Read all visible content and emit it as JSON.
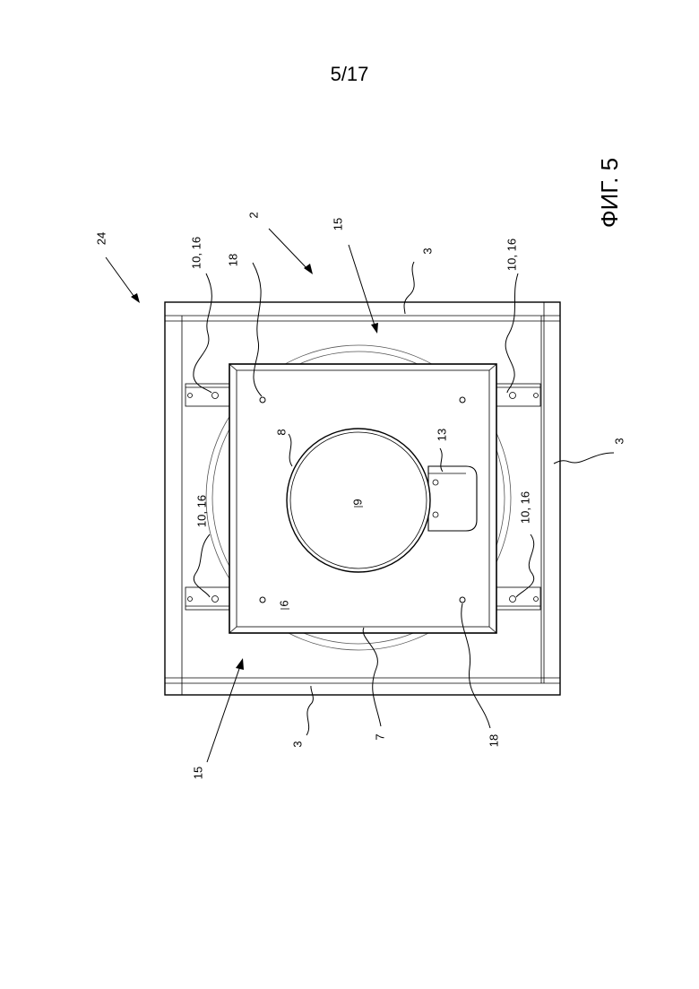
{
  "page": {
    "sheet_number": "5/17",
    "figure_label": "ФИГ. 5"
  },
  "reference_labels": {
    "assembly": "24",
    "panel_2": "2",
    "frame_top": "3",
    "frame_right": "3",
    "frame_bottom": "3",
    "gap_top": "15",
    "gap_bottom": "15",
    "bracket_top_left": "10, 16",
    "bracket_top_right": "10, 16",
    "bracket_bottom_left": "10, 16",
    "bracket_bottom_right": "10, 16",
    "screw_top": "18",
    "screw_bottom": "18",
    "housing_edge": "7",
    "housing": "6",
    "opening_rim": "8",
    "opening": "9",
    "sensor": "13"
  }
}
